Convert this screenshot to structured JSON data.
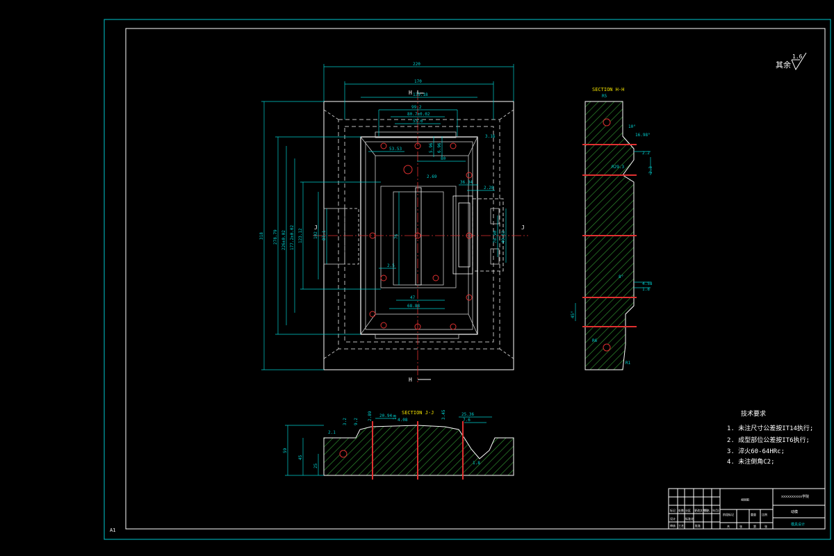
{
  "roughness": {
    "label": "其余",
    "value": "1.6"
  },
  "sheet_label": "A1",
  "sections": {
    "hh": "SECTION  H-H",
    "jj": "SECTION  J-J"
  },
  "cut_marks": {
    "h_top": "H",
    "h_bottom": "H",
    "j_left": "J",
    "j_right": "J"
  },
  "plan_dims": {
    "d220": "220",
    "d170": "170",
    "d139": "139.18",
    "d99": "99.2",
    "d80": "80.7±0.02",
    "d536": "53.6",
    "d5353": "53.53",
    "d80b": "80",
    "d3634": "36.34",
    "d269": "2.69",
    "d228": "2.28",
    "d316": "3.16",
    "d47": "47",
    "d6888": "68.88",
    "d76": "76",
    "d25": "2.5",
    "d318": "318",
    "d27879": "278.79",
    "d226": "226±0.02",
    "d177": "177.2±0.02",
    "d123": "123.12",
    "d102": "102",
    "d871": "87.1",
    "d7890": "78.90",
    "d4962": "49.62",
    "d596": "5.96",
    "d696": "6.96"
  },
  "hh_dims": {
    "a": "10°",
    "b": "16.98°",
    "c": "2.2",
    "d": "2.3",
    "e": "R29.3",
    "f": "8°",
    "g": "4.58",
    "h": "1.8",
    "i": "45°",
    "j": "R6",
    "k": "R5",
    "l": "R1"
  },
  "jj_dims": {
    "a": "2.89",
    "b": "3.2",
    "c": "9.2",
    "d": "2.1",
    "e": "20.94",
    "f": "4.08",
    "g": "10",
    "h": "3.45",
    "i": "25.36",
    "j": "7.6",
    "k": "59",
    "l": "45",
    "m": "25",
    "n": "1.8"
  },
  "tech": {
    "title": "技术要求",
    "items": [
      "1. 未注尺寸公差按IT14执行;",
      "2. 成型部位公差按IT6执行;",
      "3. 淬火60-64HRc;",
      "4. 未注倒角C2;"
    ]
  },
  "title_block": {
    "part": "400R",
    "school": "xxxxxxxxxx学院",
    "drawing": "动模",
    "code": "模具设计",
    "r1": [
      "标记",
      "处数",
      "分区",
      "更改文件号",
      "签名",
      "年月日"
    ],
    "r2": [
      "设计",
      "标准化",
      "阶段标记",
      "重量",
      "比例"
    ],
    "r3": [
      "审核",
      "工艺",
      "批准"
    ],
    "r4": [
      "共",
      "张",
      "第",
      "张"
    ]
  }
}
